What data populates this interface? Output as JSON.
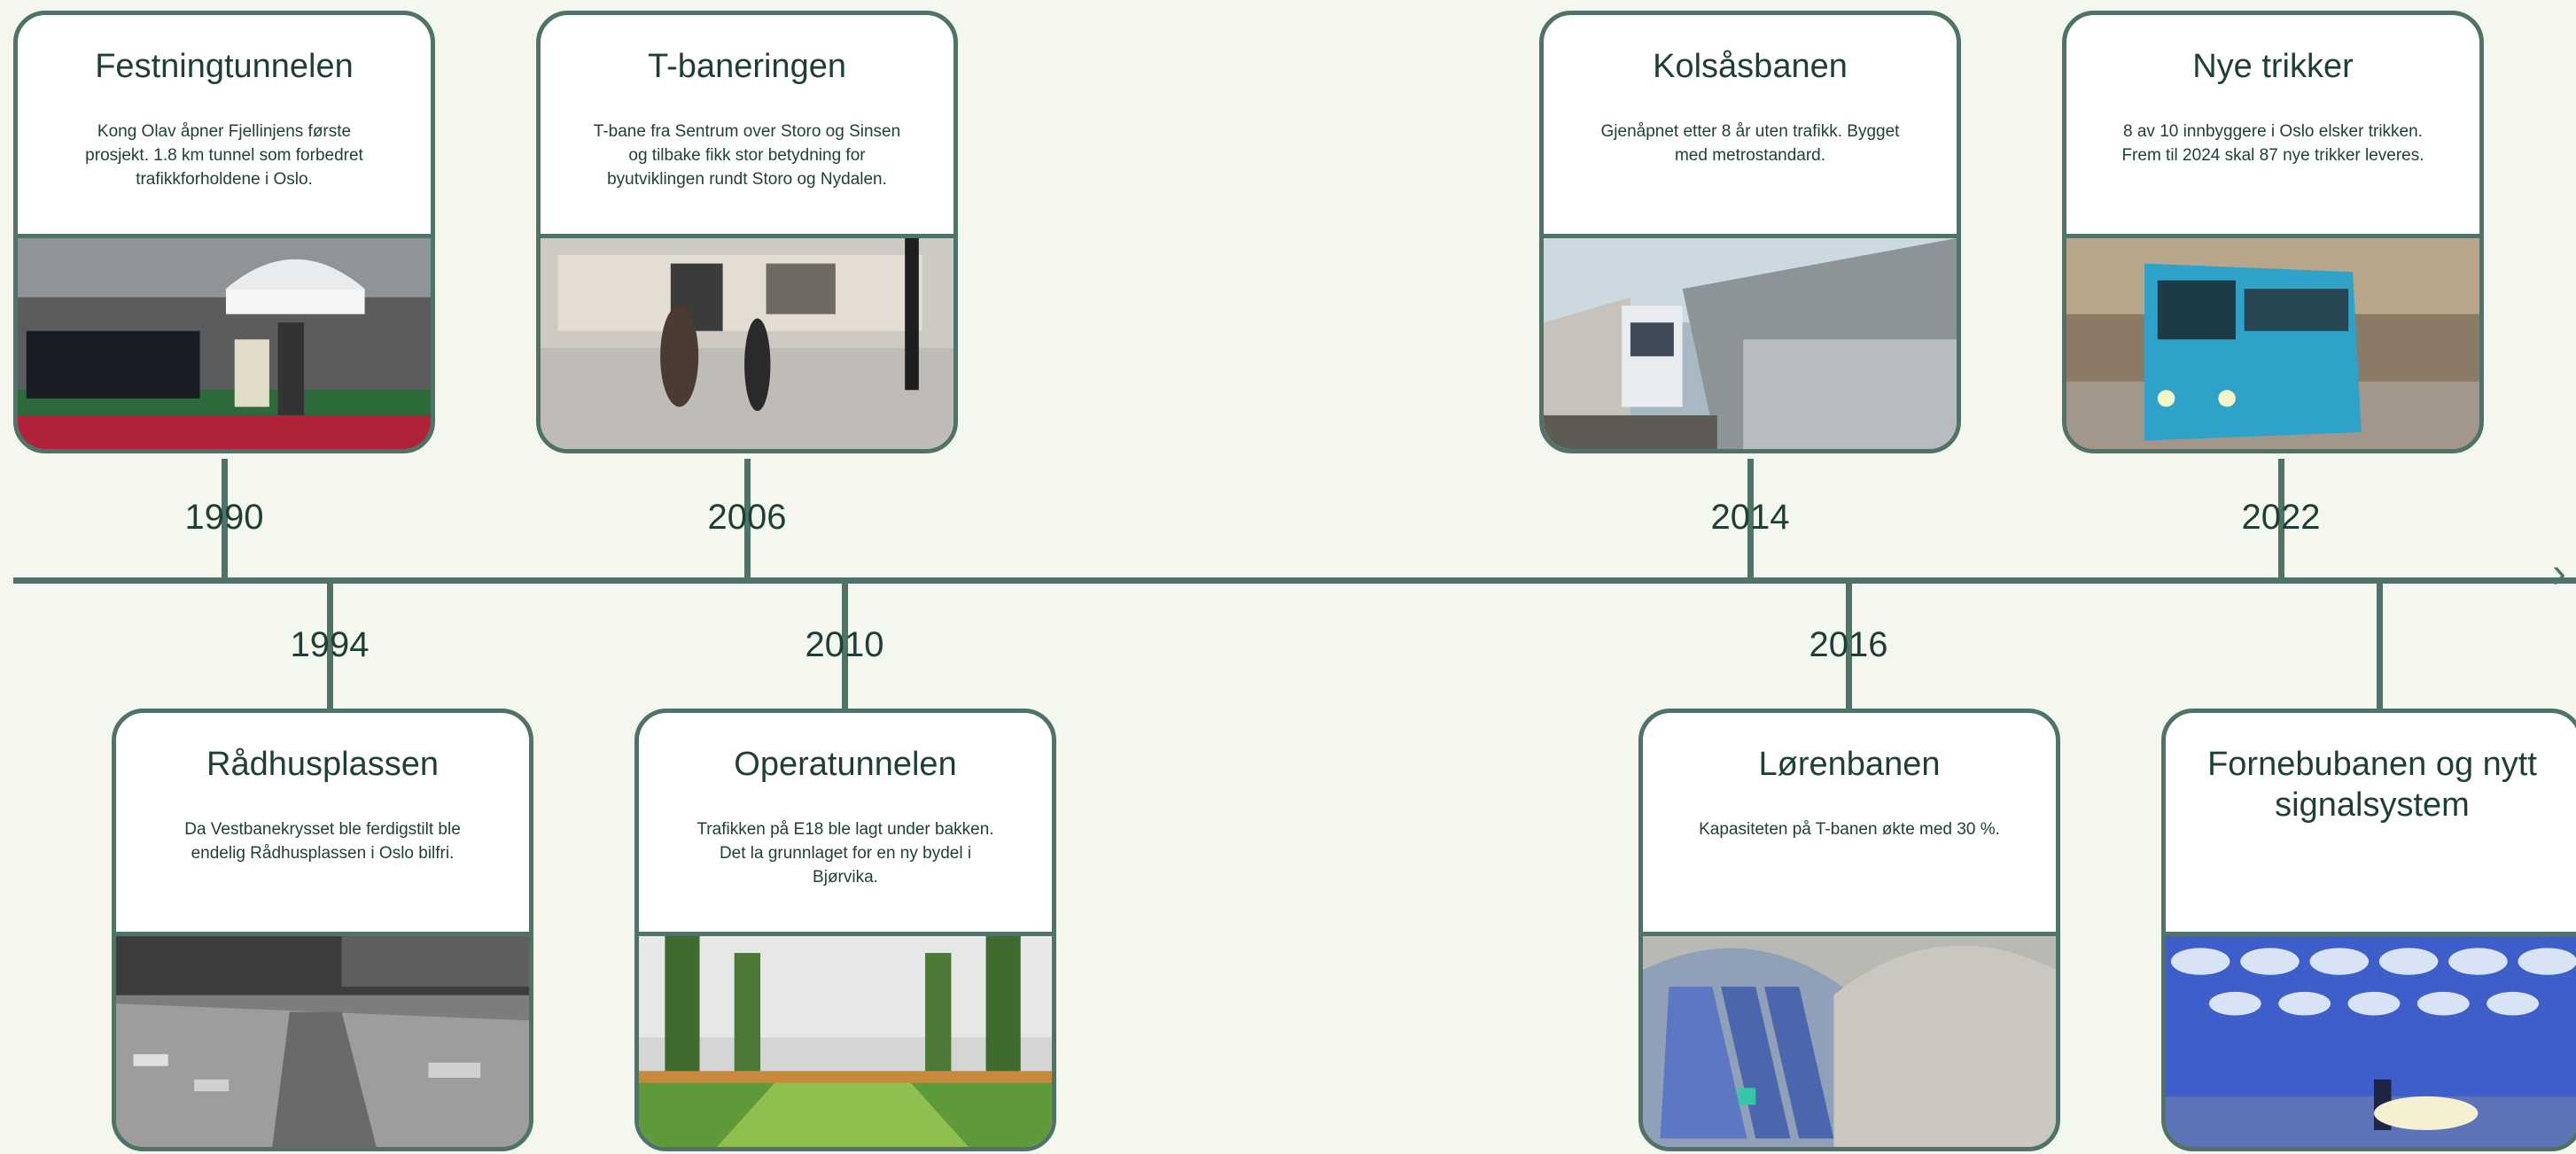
{
  "events": [
    {
      "year": "1990",
      "title": "Festningtunnelen",
      "text": "Kong Olav åpner Fjellinjens første prosjekt. 1.8 km tunnel som forbedret trafikkforholdene i Oslo.",
      "photo": "opening-ceremony-photo"
    },
    {
      "year": "1994",
      "title": "Rådhusplassen",
      "text": "Da Vestbanekrysset ble ferdigstilt ble endelig Rådhusplassen i Oslo bilfri.",
      "photo": "city-square-historic-photo"
    },
    {
      "year": "2006",
      "title": "T-baneringen",
      "text": "T-bane fra Sentrum over Storo og Sinsen og tilbake fikk stor betydning for byutviklingen rundt Storo og Nydalen.",
      "photo": "metro-platform-photo"
    },
    {
      "year": "2010",
      "title": "Operatunnelen",
      "text": "Trafikken på E18 ble lagt under bakken. Det la grunnlaget for en ny bydel i Bjørvika.",
      "photo": "green-tram-track-photo"
    },
    {
      "year": "2014",
      "title": "Kolsåsbanen",
      "text": "Gjenåpnet etter 8 år uten trafikk. Bygget med metrostandard.",
      "photo": "metro-train-station-photo"
    },
    {
      "year": "2016",
      "title": "Lørenbanen",
      "text": "Kapasiteten på T-banen økte med 30 %.",
      "photo": "escalator-tunnel-photo"
    },
    {
      "year": "2022",
      "title": "Nye trikker",
      "text": "8 av 10 innbyggere i Oslo elsker trikken. Frem til 2024 skal 87 nye trikker leveres.",
      "photo": "blue-tram-photo"
    },
    {
      "year": "",
      "title": "Fornebubanen og nytt signalsystem",
      "text": "",
      "photo": "modern-station-photo"
    }
  ],
  "colors": {
    "background": "#f4f7ee",
    "line": "#4f7467",
    "text": "#1f3f36"
  }
}
